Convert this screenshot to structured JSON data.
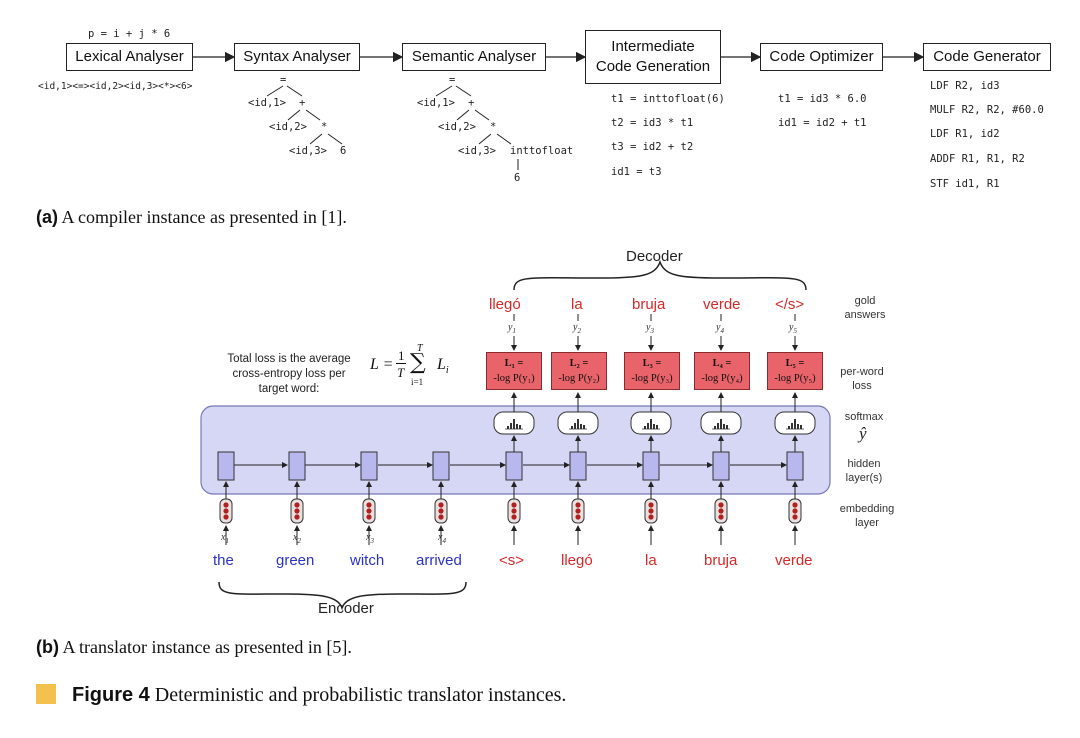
{
  "compiler": {
    "input_expr": "p = i + j * 6",
    "stages": [
      {
        "label": "Lexical Analyser"
      },
      {
        "label": "Syntax Analyser"
      },
      {
        "label": "Semantic Analyser"
      },
      {
        "label_line1": "Intermediate",
        "label_line2": "Code Generation"
      },
      {
        "label": "Code Optimizer"
      },
      {
        "label": "Code Generator"
      }
    ],
    "token_stream": "<id,1><=><id,2><id,3><*><6>",
    "syntax_tree": {
      "root": "=",
      "n1": "<id,1>",
      "plus": "+",
      "n2": "<id,2>",
      "star": "*",
      "n3": "<id,3>",
      "six": "6"
    },
    "semantic_tree": {
      "root": "=",
      "n1": "<id,1>",
      "plus": "+",
      "n2": "<id,2>",
      "star": "*",
      "n3": "<id,3>",
      "conv": "inttofloat",
      "six": "6"
    },
    "intermediate_code": [
      "t1 = inttofloat(6)",
      "t2 = id3 * t1",
      "t3 = id2 + t2",
      "id1 = t3"
    ],
    "optimized_code": [
      "t1 = id3 * 6.0",
      "id1 = id2 + t1"
    ],
    "target_code": [
      "LDF R2, id3",
      "MULF R2, R2, #60.0",
      "LDF R1, id2",
      "ADDF R1, R1, R2",
      "STF id1, R1"
    ],
    "caption_tag": "(a)",
    "caption_text": " A compiler instance as presented in [1]."
  },
  "translator": {
    "decoder_label": "Decoder",
    "encoder_label": "Encoder",
    "gold_words": [
      "llegó",
      "la",
      "bruja",
      "verde",
      "</s>"
    ],
    "y_labels": [
      "y",
      "y",
      "y",
      "y",
      "y"
    ],
    "y_subs": [
      "1",
      "2",
      "3",
      "4",
      "5"
    ],
    "loss_boxes": [
      {
        "top": "L₁ =",
        "bottom": "-log P(y₁)"
      },
      {
        "top": "L₂ =",
        "bottom": "-log P(y₂)"
      },
      {
        "top": "L₃ =",
        "bottom": "-log P(y₃)"
      },
      {
        "top": "L₄ =",
        "bottom": "-log P(y₄)"
      },
      {
        "top": "L₅ =",
        "bottom": "-log P(y₅)"
      }
    ],
    "note_line1": "Total loss is the average",
    "note_line2": "cross-entropy loss per",
    "note_line3": "target word:",
    "formula_lhs": "L =",
    "formula_num": "1",
    "formula_den": "T",
    "formula_sum": "∑",
    "formula_top": "T",
    "formula_bot": "i=1",
    "formula_term": "L",
    "formula_term_sub": "i",
    "encoder_words": [
      "the",
      "green",
      "witch",
      "arrived"
    ],
    "x_labels": [
      "x",
      "x",
      "x",
      "x"
    ],
    "x_subs": [
      "1",
      "2",
      "3",
      "4"
    ],
    "decoder_inputs": [
      "<s>",
      "llegó",
      "la",
      "bruja",
      "verde"
    ],
    "right_labels": {
      "gold1": "gold",
      "gold2": "answers",
      "perword1": "per-word",
      "perword2": "loss",
      "softmax": "softmax",
      "yhat": "ŷ",
      "hidden1": "hidden",
      "hidden2": "layer(s)",
      "embed1": "embedding",
      "embed2": "layer"
    },
    "colors": {
      "red": "#d62828",
      "blue": "#2a32c8",
      "panel": "#d6d6f5",
      "node": "#b8b8ee",
      "loss": "#e8636a"
    },
    "caption_tag": "(b)",
    "caption_text": " A translator instance as presented in [5]."
  },
  "figure": {
    "tag": "Figure 4",
    "text": " Deterministic and probabilistic translator instances.",
    "marker_color": "#f2c14e"
  }
}
